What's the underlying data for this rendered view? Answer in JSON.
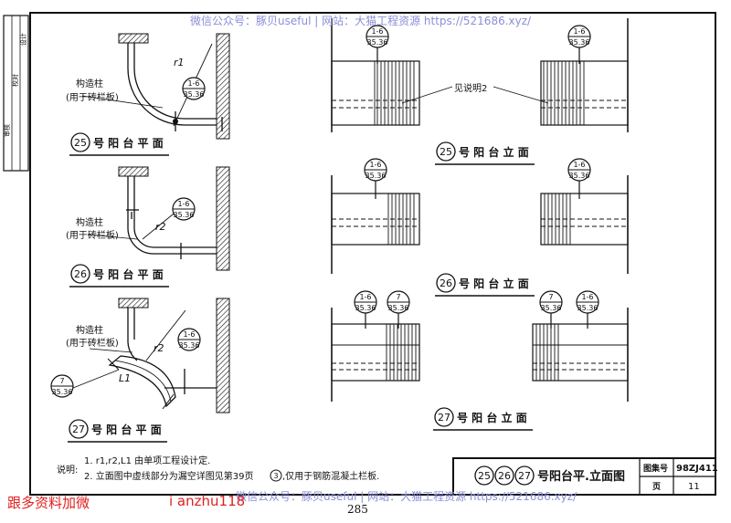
{
  "watermark_top": "微信公众号：豚贝useful | 网站：大猫工程资源 https://521686.xyz/",
  "watermark_bottom": "微信公众号：豚贝useful | 网站：大猫工程资源 https://521686.xyz/",
  "promo_left": "跟多资料加微",
  "promo_right": "i anzhu118",
  "page_number": "285",
  "side_stamp": {
    "col1": "审核",
    "col2": "校对",
    "col3": "设计"
  },
  "plans": [
    {
      "title": "号 阳 台 平 面",
      "number": "25",
      "column_label": "构造柱",
      "column_note": "(用于砖栏板)",
      "radius": "r1",
      "callout": {
        "top": "1-6",
        "bottom": "35.36"
      }
    },
    {
      "title": "号 阳 台 平 面",
      "number": "26",
      "column_label": "构造柱",
      "column_note": "(用于砖栏板)",
      "radius": "r2",
      "callout": {
        "top": "1-6",
        "bottom": "35.36"
      }
    },
    {
      "title": "号 阳 台 平 面",
      "number": "27",
      "column_label": "构造柱",
      "column_note": "(用于砖栏板)",
      "radius": "r2",
      "callout": {
        "top": "1-6",
        "bottom": "35.36"
      },
      "callout2": {
        "top": "7",
        "bottom": "35.36"
      },
      "label_L1": "L1"
    }
  ],
  "elevations": [
    {
      "title": "号 阳 台 立 面",
      "number": "25",
      "note": "见说明2",
      "callout_left": {
        "top": "1-6",
        "bottom": "35.36"
      },
      "callout_right": {
        "top": "1-6",
        "bottom": "35.36"
      }
    },
    {
      "title": "号 阳 台 立 面",
      "number": "26",
      "callout_left": {
        "top": "1-6",
        "bottom": "35.36"
      },
      "callout_right": {
        "top": "1-6",
        "bottom": "35.36"
      }
    },
    {
      "title": "号 阳 台 立 面",
      "number": "27",
      "callout_left_a": {
        "top": "1-6",
        "bottom": "35.36"
      },
      "callout_left_b": {
        "top": "7",
        "bottom": "35.36"
      },
      "callout_right_a": {
        "top": "7",
        "bottom": "35.36"
      },
      "callout_right_b": {
        "top": "1-6",
        "bottom": "35.36"
      }
    }
  ],
  "notes": {
    "label": "说明:",
    "line1": "1. r1,r2,L1 由单项工程设计定.",
    "line2a": "2. 立面图中虚线部分为漏空详图见第39页",
    "line2_circle": "3",
    "line2b": ",仅用于钢筋混凝土栏板."
  },
  "title_block": {
    "circles": [
      "25",
      "26",
      "27"
    ],
    "title": "号阳台平.立面图",
    "atlas_label": "图集号",
    "atlas_value": "98ZJ411",
    "page_label": "页",
    "page_value": "11"
  }
}
